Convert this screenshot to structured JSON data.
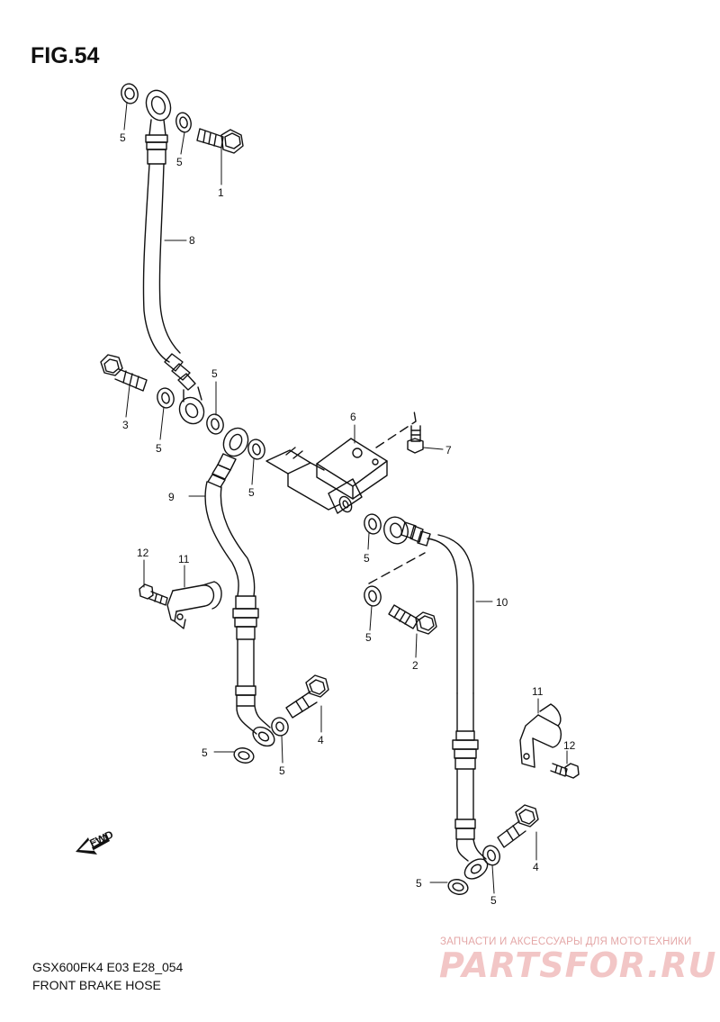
{
  "figure": {
    "title": "FIG.54"
  },
  "footer": {
    "model_code": "GSX600FK4 E03 E28_054",
    "diagram_name": "FRONT BRAKE  HOSE"
  },
  "direction_label": "FWD",
  "watermark": {
    "subtitle": "ЗАПЧАСТИ И АКСЕССУАРЫ ДЛЯ МОТОТЕХНИКИ",
    "logo": "PARTSFOR.RU"
  },
  "callouts": {
    "c5a": "5",
    "c5b": "5",
    "c1": "1",
    "c8": "8",
    "c3": "3",
    "c5c": "5",
    "c5d": "5",
    "c6": "6",
    "c7": "7",
    "c9": "9",
    "c5e": "5",
    "c5f": "5",
    "c12a": "12",
    "c11a": "11",
    "c10": "10",
    "c5g": "5",
    "c2": "2",
    "c4a": "4",
    "c5h": "5",
    "c5i": "5",
    "c11b": "11",
    "c12b": "12",
    "c4b": "4",
    "c5j": "5",
    "c5k": "5"
  },
  "colors": {
    "line": "#111111",
    "watermark": "#f2c6c6"
  }
}
